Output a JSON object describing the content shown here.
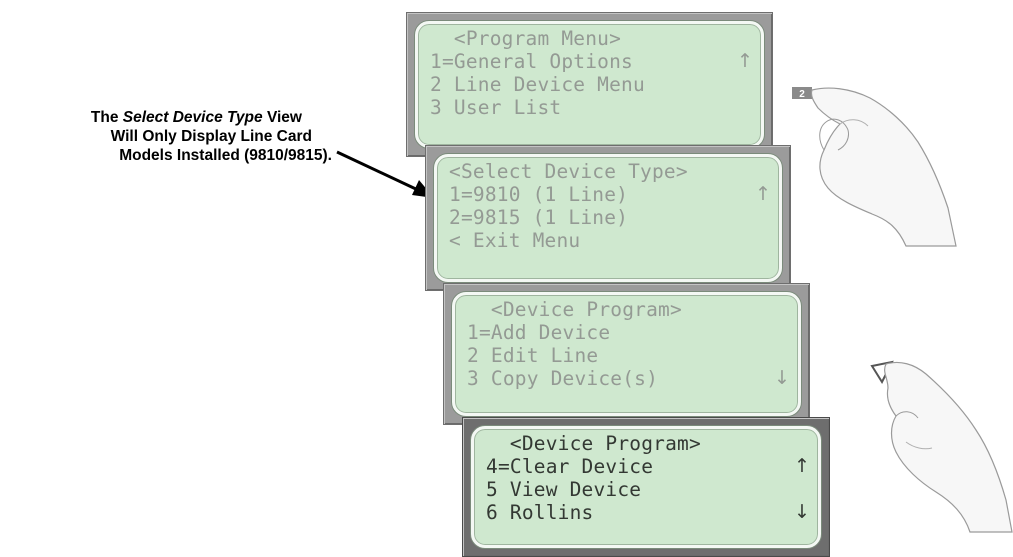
{
  "caption": {
    "line1_prefix": "The ",
    "line1_italic": "Select Device Type",
    "line1_suffix": " View",
    "line2": "Will Only Display Line Card",
    "line3": "Models Installed (9810/9815)."
  },
  "panels": [
    {
      "lines": [
        "  <Program Menu>",
        "1=General Options ",
        "2 Line Device Menu",
        "3 User List"
      ],
      "up_arrow": "↑",
      "down_arrow": ""
    },
    {
      "lines": [
        "<Select Device Type>",
        "1=9810 (1 Line)    ",
        "2=9815 (1 Line)",
        "< Exit Menu"
      ],
      "up_arrow": "↑",
      "down_arrow": ""
    },
    {
      "lines": [
        "  <Device Program>",
        "1=Add Device",
        "2 Edit Line",
        "3 Copy Device(s)"
      ],
      "up_arrow": "",
      "down_arrow": "↓"
    },
    {
      "lines": [
        "  <Device Program>",
        "4=Clear Device",
        "5 View Device",
        "6 Rollins"
      ],
      "up_arrow": "↑",
      "down_arrow": "↓"
    }
  ],
  "key_badge_top": "2",
  "colors": {
    "lcd_background": "#cfe8cf",
    "bezel_gray": "#9b9b9b",
    "bezel_dark": "#6e6e6e",
    "lcd_text_dim": "#949a94",
    "lcd_text_active": "#333833"
  }
}
